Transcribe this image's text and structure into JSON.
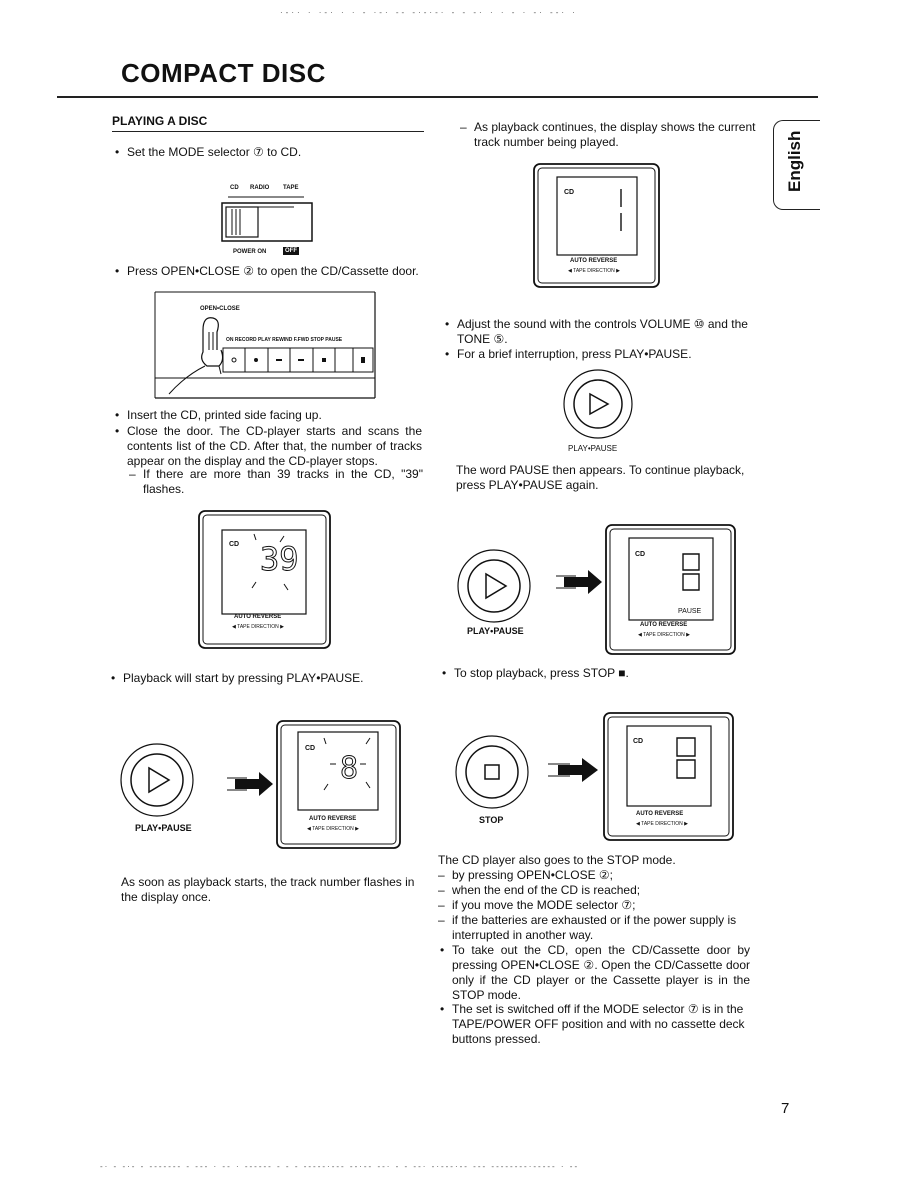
{
  "page": {
    "title": "COMPACT DISC",
    "language_tab": "English",
    "page_number": "7"
  },
  "section": {
    "title": "PLAYING A DISC"
  },
  "left": {
    "mode_bullet": "Set the MODE selector ⑦ to CD.",
    "mode_labels": {
      "cd": "CD",
      "radio": "RADIO",
      "tape": "TAPE",
      "power_on": "POWER ON",
      "off": "OFF"
    },
    "open_bullet": "Press OPEN•CLOSE ② to open the CD/Cassette door.",
    "deck_labels": {
      "open_close": "OPEN•CLOSE",
      "row": "ON RECORD  PLAY  REWIND  F.FWD  STOP  PAUSE"
    },
    "insert_bullet": "Insert the CD, printed side facing up.",
    "close_bullet": "Close the door. The CD-player starts and scans the contents list of the CD. After that, the number of tracks appear on the display and the CD-player stops.",
    "tracks_dash": "If there are more than 39 tracks in the CD, \"39\" flashes.",
    "display1": {
      "cd": "CD",
      "digits": "39",
      "auto_reverse": "AUTO REVERSE",
      "tape_direction": "TAPE DIRECTION"
    },
    "playback_bullet": "Playback will start by pressing PLAY•PAUSE.",
    "play_label": "PLAY•PAUSE",
    "display2": {
      "cd": "CD",
      "digit": "8",
      "auto_reverse": "AUTO REVERSE",
      "tape_direction": "TAPE DIRECTION"
    },
    "flash_note": "As soon as playback starts, the track number flashes in the display once."
  },
  "right": {
    "track_dash": "As playback continues, the display shows the current track number being played.",
    "display_track": {
      "cd": "CD",
      "digit": "1",
      "auto_reverse": "AUTO REVERSE",
      "tape_direction": "TAPE DIRECTION"
    },
    "volume_bullet": "Adjust the sound with the controls VOLUME ⑩ and the TONE ⑤.",
    "pause_bullet": "For a brief interruption, press PLAY•PAUSE.",
    "play_label": "PLAY•PAUSE",
    "pause_note": "The word PAUSE then appears. To continue playback, press PLAY•PAUSE again.",
    "display_pause": {
      "cd": "CD",
      "digit": "8",
      "pause": "PAUSE",
      "auto_reverse": "AUTO REVERSE",
      "tape_direction": "TAPE DIRECTION"
    },
    "stop_bullet": "To stop playback, press STOP ■.",
    "stop_label": "STOP",
    "display_stop": {
      "cd": "CD",
      "digit": "8",
      "auto_reverse": "AUTO REVERSE",
      "tape_direction": "TAPE DIRECTION"
    },
    "stop_intro": "The CD player also goes to the STOP mode.",
    "stop_dashes": [
      "by pressing OPEN•CLOSE ②;",
      "when the end of the CD is reached;",
      "if you move the MODE selector ⑦;",
      "if the batteries are exhausted or if the power supply is interrupted in another way."
    ],
    "takeout_bullet": "To take out the CD, open the CD/Cassette door by pressing OPEN•CLOSE ②. Open the CD/Cassette door only if the CD player or the Cassette player is in the STOP mode.",
    "switchoff_bullet": "The set is switched off if the MODE selector ⑦ is in the TAPE/POWER OFF position and with no cassette deck buttons pressed."
  }
}
